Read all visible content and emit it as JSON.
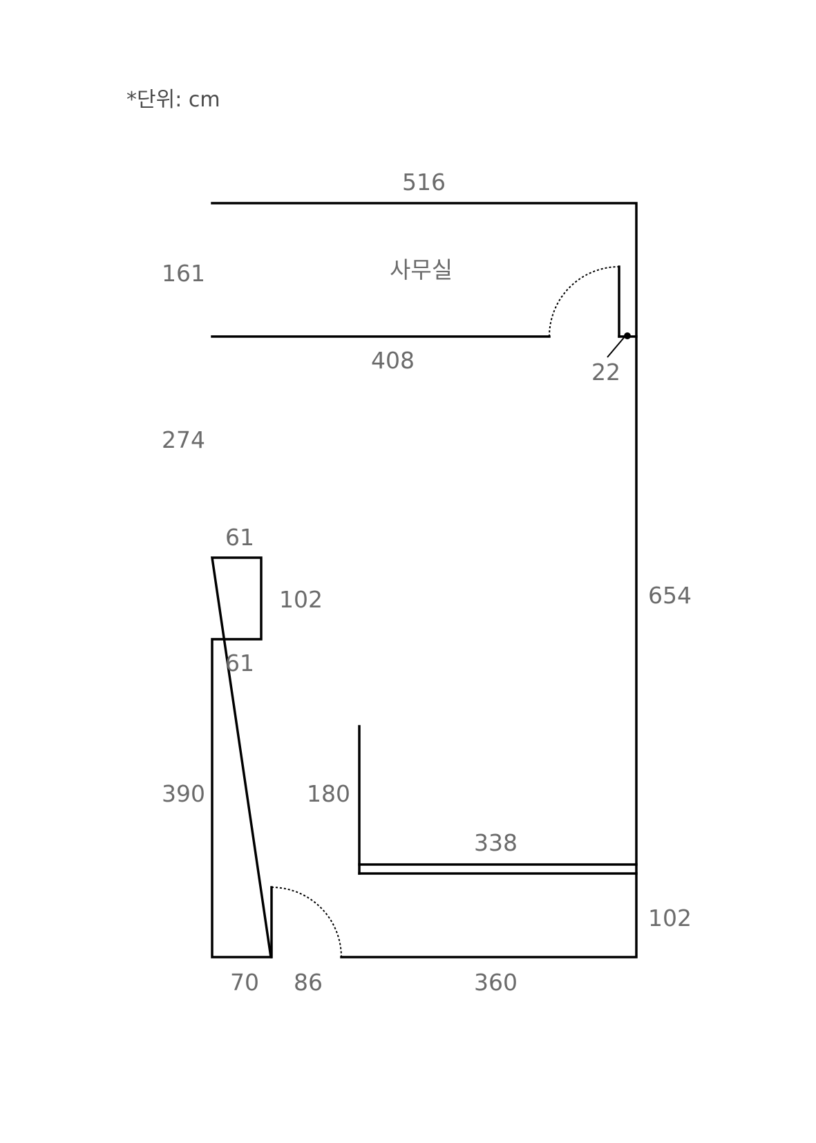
{
  "unit_note": "*단위: cm",
  "room_label": "사무실",
  "dimensions": {
    "top": "516",
    "office_height": "161",
    "office_wall": "408",
    "office_door_gap": "22",
    "left_upper": "274",
    "alcove_top": "61",
    "alcove_depth": "102",
    "alcove_bottom": "61",
    "left_lower": "390",
    "partition_height": "180",
    "partition_length": "338",
    "right_total": "654",
    "right_lower": "102",
    "bottom_left": "70",
    "entrance_door": "86",
    "bottom_right": "360"
  }
}
